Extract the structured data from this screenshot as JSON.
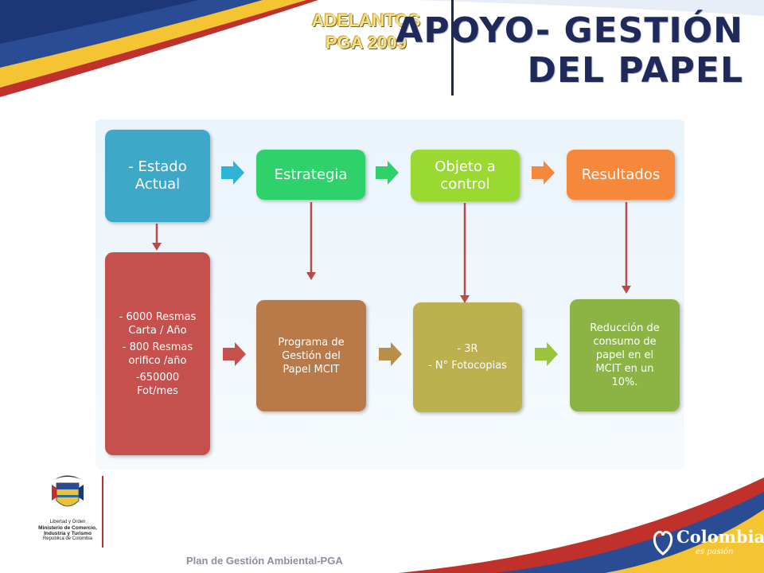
{
  "header": {
    "subtitle_line1": "ADELANTOS",
    "subtitle_line2": "PGA 2009",
    "title_line1": "APOYO- GESTIÓN",
    "title_line2": "DEL PAPEL"
  },
  "diagram": {
    "top_row": [
      {
        "label": "- Estado\nActual",
        "color": "#3ea8c9"
      },
      {
        "label": "Estrategia",
        "color": "#2fd16a"
      },
      {
        "label": "Objeto a\ncontrol",
        "color": "#9ad832"
      },
      {
        "label": "Resultados",
        "color": "#f5883a"
      }
    ],
    "bottom_row": [
      {
        "lines": [
          "- 6000 Resmas\nCarta / Año",
          "- 800 Resmas\norifico /año",
          "-650000\nFot/mes"
        ],
        "color": "#c5504d"
      },
      {
        "lines": [
          "Programa de\nGestión del\nPapel MCIT"
        ],
        "color": "#b97a4a"
      },
      {
        "lines": [
          "- 3R",
          "- N° Fotocopias"
        ],
        "color": "#bdb04f"
      },
      {
        "lines": [
          "Reducción de\nconsumo de\npapel en el\nMCIT en un\n10%."
        ],
        "color": "#8bb445"
      }
    ]
  },
  "footer": {
    "logo_lines": [
      "Libertad y Orden",
      "Ministerio de Comercio,",
      "Industria y Turismo",
      "República de Colombia"
    ],
    "plan_text": "Plan de Gestión Ambiental-PGA",
    "brand_name": "Colombia",
    "brand_tagline": "es pasión"
  },
  "colors": {
    "navy": "#1f2a5a",
    "gold": "#e8b92c",
    "red": "#c0312b",
    "arrow_down": "#b94a4a"
  }
}
